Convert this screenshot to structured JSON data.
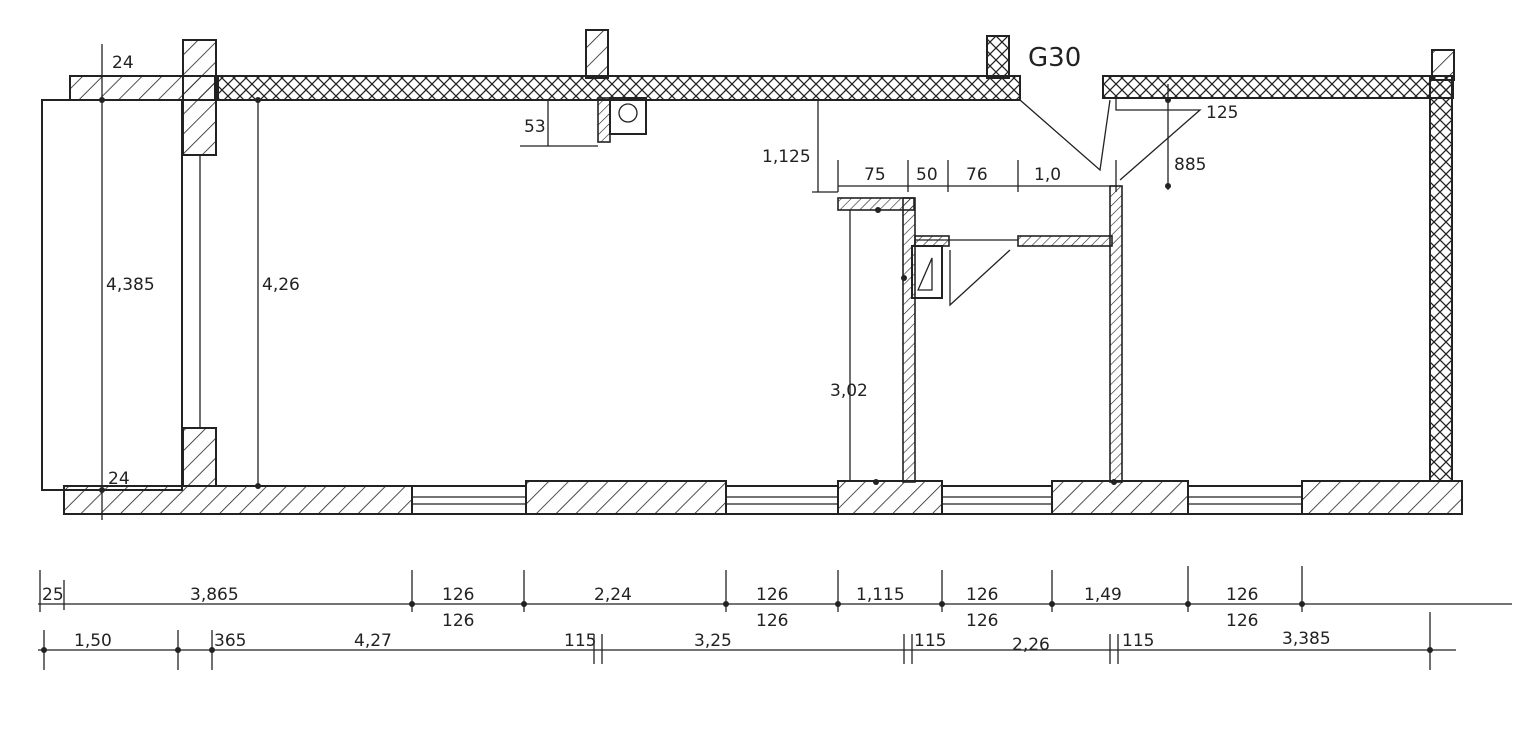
{
  "colors": {
    "ink": "#222222",
    "paper": "#ffffff"
  },
  "plan": {
    "fire_rating": "G30",
    "labels": {
      "l24_top": "24",
      "l24_bottom": "24",
      "l4385": "4,385",
      "l426": "4,26",
      "l53": "53",
      "l1125": "1,125",
      "l75": "75",
      "l50": "50",
      "l76": "76",
      "l10": "1,0",
      "l125": "125",
      "l885": "885",
      "l302": "3,02"
    }
  },
  "dims_row1": [
    "25",
    "3,865",
    "126",
    "126",
    "2,24",
    "126",
    "126",
    "1,115",
    "126",
    "126",
    "1,49",
    "126",
    "126"
  ],
  "dims_row2": [
    "1,50",
    "365",
    "4,27",
    "115",
    "3,25",
    "115",
    "2,26",
    "115",
    "3,385"
  ]
}
